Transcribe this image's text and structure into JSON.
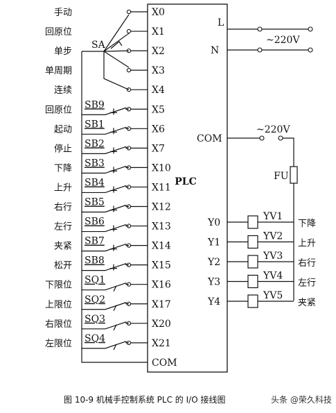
{
  "left_labels": [
    "手动",
    "回原位",
    "单步",
    "单周期",
    "连续",
    "回原位",
    "起动",
    "停止",
    "下降",
    "上升",
    "右行",
    "左行",
    "夹紧",
    "松开",
    "下限位",
    "上限位",
    "右限位",
    "左限位"
  ],
  "switch_names": [
    "SA",
    "SB9",
    "SB1",
    "SB2",
    "SB3",
    "SB4",
    "SB5",
    "SB6",
    "SB7",
    "SB8",
    "SQ1",
    "SQ2",
    "SQ3",
    "SQ4"
  ],
  "inputs": [
    "X0",
    "X1",
    "X2",
    "X3",
    "X4",
    "X5",
    "X6",
    "X7",
    "X10",
    "X11",
    "X12",
    "X13",
    "X14",
    "X15",
    "X16",
    "X17",
    "X20",
    "X21"
  ],
  "input_com": "COM",
  "plc_label": "PLC",
  "power": {
    "L": "L",
    "N": "N",
    "voltage": "~220V"
  },
  "output_com": "COM",
  "output_voltage": "~220V",
  "fuse": "FU",
  "outputs": [
    "Y0",
    "Y1",
    "Y2",
    "Y3",
    "Y4"
  ],
  "valves": [
    "YV1",
    "YV2",
    "YV3",
    "YV4",
    "YV5"
  ],
  "valve_actions": [
    "下降",
    "上升",
    "右行",
    "左行",
    "夹紧"
  ],
  "caption": "图 10-9   机械手控制系统 PLC 的 I/O 接线图",
  "watermark": "头条 @荣久科技"
}
